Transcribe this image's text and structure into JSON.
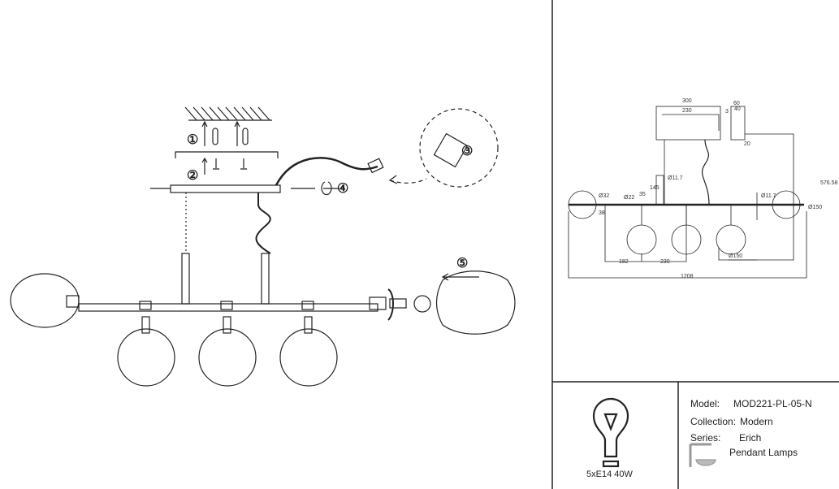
{
  "steps": [
    "①",
    "②",
    "③",
    "④",
    "⑤"
  ],
  "dimensions": {
    "canopy_outer": "300",
    "canopy_inner": "230",
    "side_outer": "60",
    "side_inner": "40",
    "side_height": "20",
    "side_mark": "3",
    "rod_dia": "Ø11.7",
    "rod_len": "145",
    "end_dia": "Ø32",
    "cup_dia": "Ø22",
    "cup_w": "35",
    "end_len": "38",
    "bar_dia": "Ø11.7",
    "height": "576.58",
    "globe_dia_side": "Ø150",
    "offset": "182",
    "spacing": "230",
    "globe_dia": "Ø150",
    "total_len": "1208"
  },
  "info": {
    "bulb_spec": "5xE14 40W",
    "model_label": "Model:",
    "model": "MOD221-PL-05-N",
    "collection_label": "Collection:",
    "collection": "Modern",
    "series_label": "Series:",
    "series": "Erich",
    "type": "Pendant Lamps"
  }
}
